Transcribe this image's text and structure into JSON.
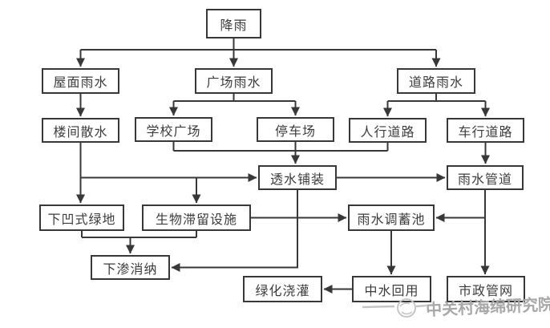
{
  "diagram": {
    "nodes": {
      "rainfall": "降雨",
      "roof_rainwater": "屋面雨水",
      "plaza_rainwater": "广场雨水",
      "road_rainwater": "道路雨水",
      "building_perimeter_drain": "楼间散水",
      "school_plaza": "学校广场",
      "parking_lot": "停车场",
      "pedestrian_road": "人行道路",
      "vehicle_road": "车行道路",
      "permeable_paving": "透水铺装",
      "rainwater_pipe": "雨水管道",
      "sunken_green_space": "下凹式绿地",
      "bioretention_facility": "生物滞留设施",
      "rainwater_storage_tank": "雨水调蓄池",
      "infiltration_absorption": "下渗消纳",
      "greening_irrigation": "绿化浇灌",
      "reclaimed_water_reuse": "中水回用",
      "municipal_pipe_network": "市政管网"
    },
    "colors": {
      "line": "#383838",
      "box_border": "#383838",
      "text": "#3c3c3c",
      "watermark": "#a8a8a8"
    }
  },
  "watermark": {
    "text": "中关村海绵研究院",
    "logo": "sponge-institute-logo"
  }
}
